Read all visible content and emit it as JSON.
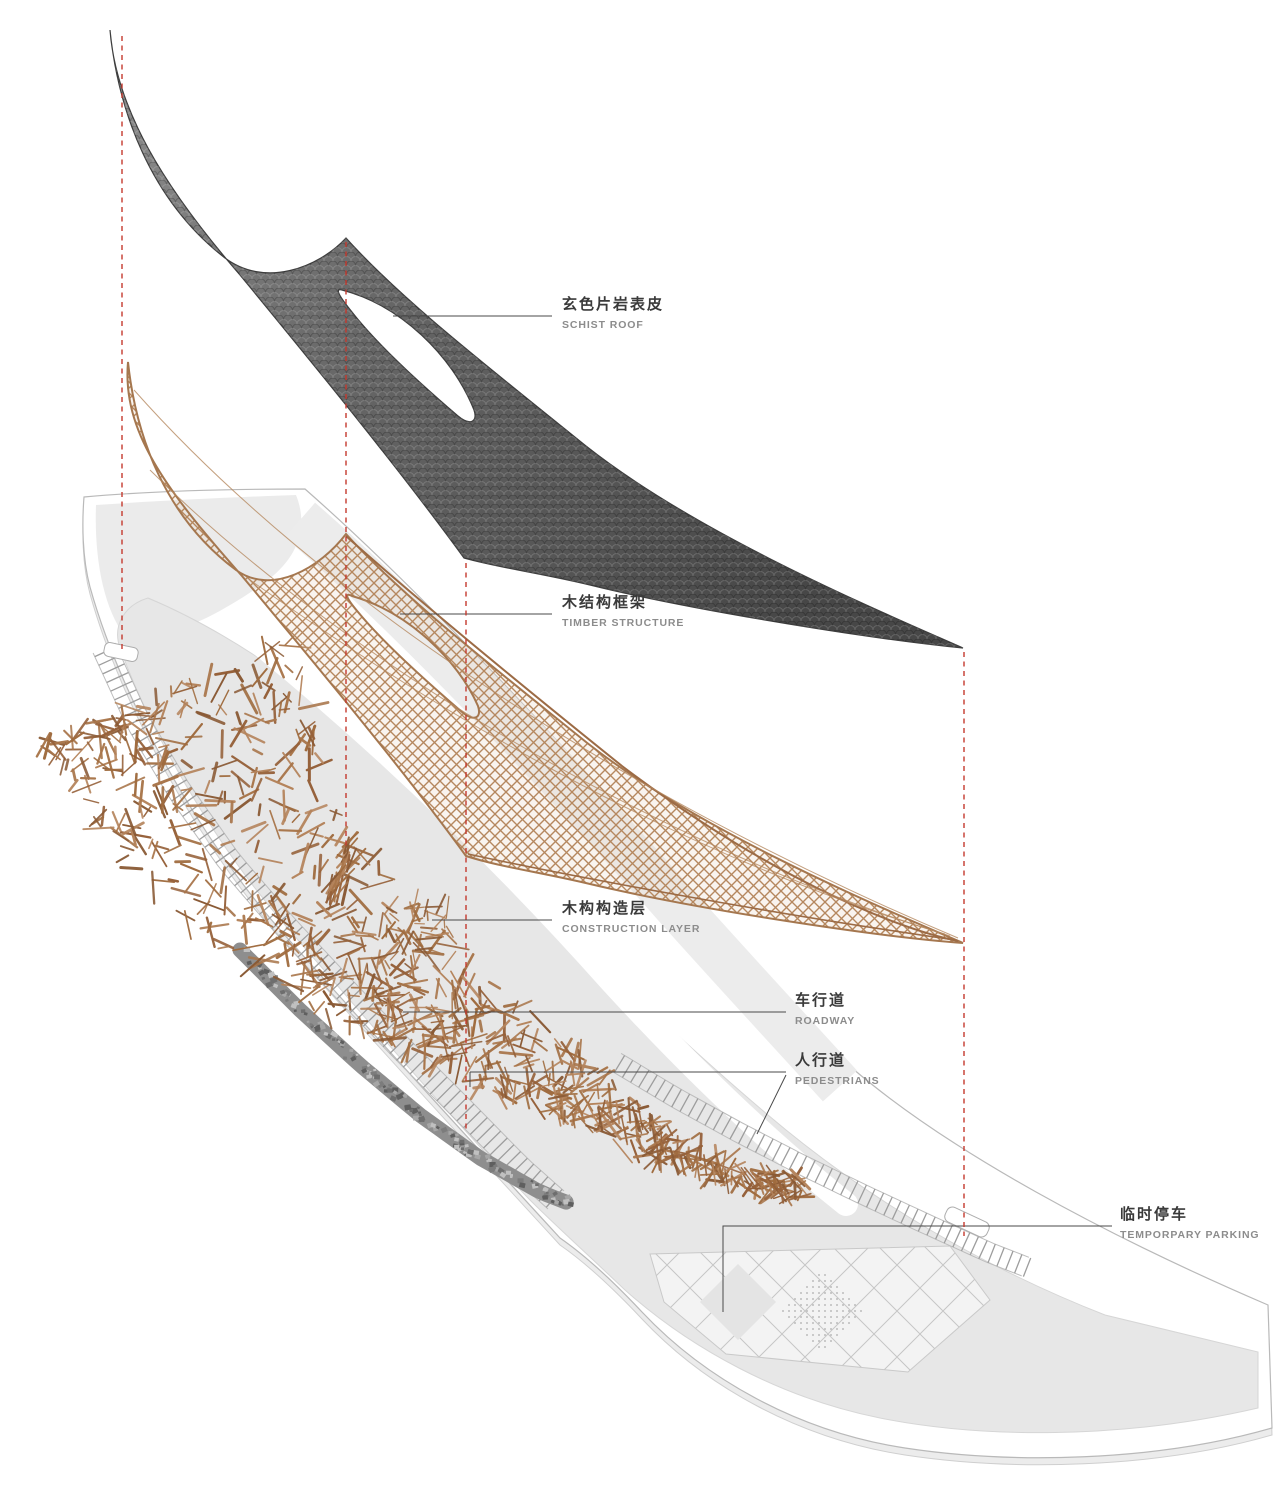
{
  "labels": {
    "schist": {
      "zh": "玄色片岩表皮",
      "en": "SCHIST ROOF"
    },
    "timber": {
      "zh": "木结构框架",
      "en": "TIMBER STRUCTURE"
    },
    "construction": {
      "zh": "木构构造层",
      "en": "CONSTRUCTION LAYER"
    },
    "roadway": {
      "zh": "车行道",
      "en": "ROADWAY"
    },
    "pedestrians": {
      "zh": "人行道",
      "en": "PEDESTRIANS"
    },
    "parking": {
      "zh": "临时停车",
      "en": "TEMPORPARY PARKING"
    }
  },
  "layer_order": [
    "schist",
    "timber",
    "construction",
    "roadway",
    "pedestrians",
    "parking"
  ],
  "colors": {
    "accent_red": "#c4392e",
    "schist_dark": "#4a4a4a",
    "timber_brown": "#b5885f",
    "sticks_brown": "#a1703f",
    "plan_gray": "#e7e7e7",
    "wall_gray": "#8e8e8e"
  }
}
